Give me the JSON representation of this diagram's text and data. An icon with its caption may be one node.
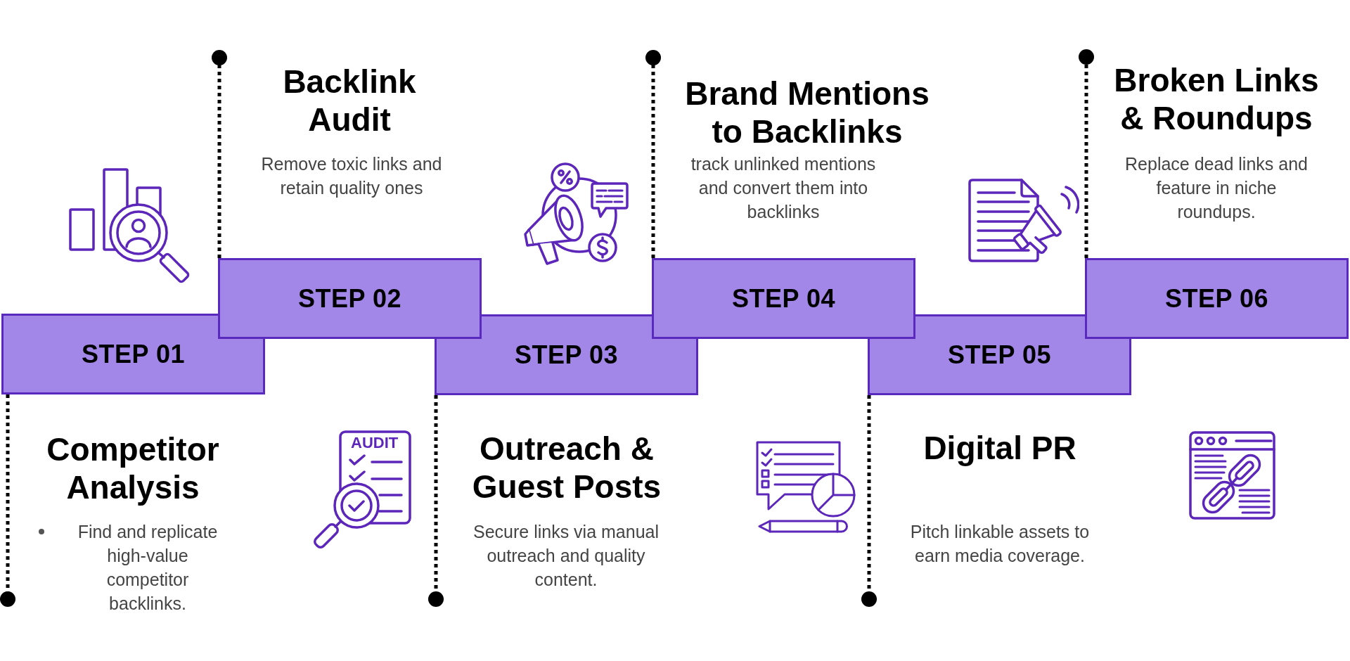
{
  "diagram": {
    "nodes": [
      {
        "text": [
          "STEP 01"
        ],
        "beside": [
          "Competitor Analysis",
          "Find and replicate high-value competitor backlinks."
        ]
      },
      {
        "text": [
          "STEP 02"
        ],
        "beside": [
          "Backlink Audit",
          "Remove toxic links and retain quality ones"
        ]
      },
      {
        "text": [
          "STEP 03"
        ],
        "beside": [
          "Outreach & Guest Posts",
          "Secure links via manual outreach and quality content."
        ]
      },
      {
        "text": [
          "STEP 04"
        ],
        "beside": [
          "Brand Mentions to Backlinks",
          "track unlinked mentions and convert them into backlinks"
        ]
      },
      {
        "text": [
          "STEP 05"
        ],
        "beside": [
          "Digital PR",
          "Pitch linkable assets to earn media coverage."
        ]
      },
      {
        "text": [
          "STEP 06"
        ],
        "beside": [
          "Broken Links & Roundups",
          "Replace dead links and feature in niche roundups."
        ]
      }
    ],
    "edges": [
      {
        "from": 0,
        "to": null,
        "arrow": "other",
        "style": "dashed"
      },
      {
        "from": 1,
        "to": null,
        "arrow": "other",
        "style": "dashed"
      },
      {
        "from": 2,
        "to": null,
        "arrow": "other",
        "style": "dashed"
      },
      {
        "from": 3,
        "to": null,
        "arrow": "other",
        "style": "dashed"
      },
      {
        "from": 4,
        "to": null,
        "arrow": "other",
        "style": "dashed"
      },
      {
        "from": 5,
        "to": null,
        "arrow": "other",
        "style": "dashed"
      }
    ],
    "labels": [
      "AUDIT"
    ]
  }
}
